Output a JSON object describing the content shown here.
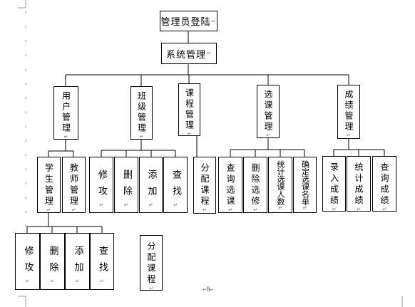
{
  "diagram": {
    "root": "管理员登陆",
    "system": "系统管理",
    "modules": [
      "用户管理",
      "班级管理",
      "课程管理",
      "选课管理",
      "成绩管理"
    ],
    "user_children": [
      "学生管理",
      "教师管理"
    ],
    "user_ops": [
      "修攻",
      "删除",
      "添加",
      "查找"
    ],
    "user_ops_extra": [
      "分配课程"
    ],
    "class_ops": [
      "修攻",
      "删除",
      "添加",
      "查找"
    ],
    "course_ops": [
      "分配课程"
    ],
    "selection_ops": [
      "查询选课",
      "删除选修",
      "统计选课人数",
      "确定选课名单"
    ],
    "grade_ops": [
      "录入成绩",
      "统计成绩",
      "查询成绩"
    ]
  },
  "para_mark": "↵",
  "page_number": "8",
  "colors": {
    "line": "#000000",
    "page": "#ffffff",
    "margin_marks": "#999999"
  }
}
